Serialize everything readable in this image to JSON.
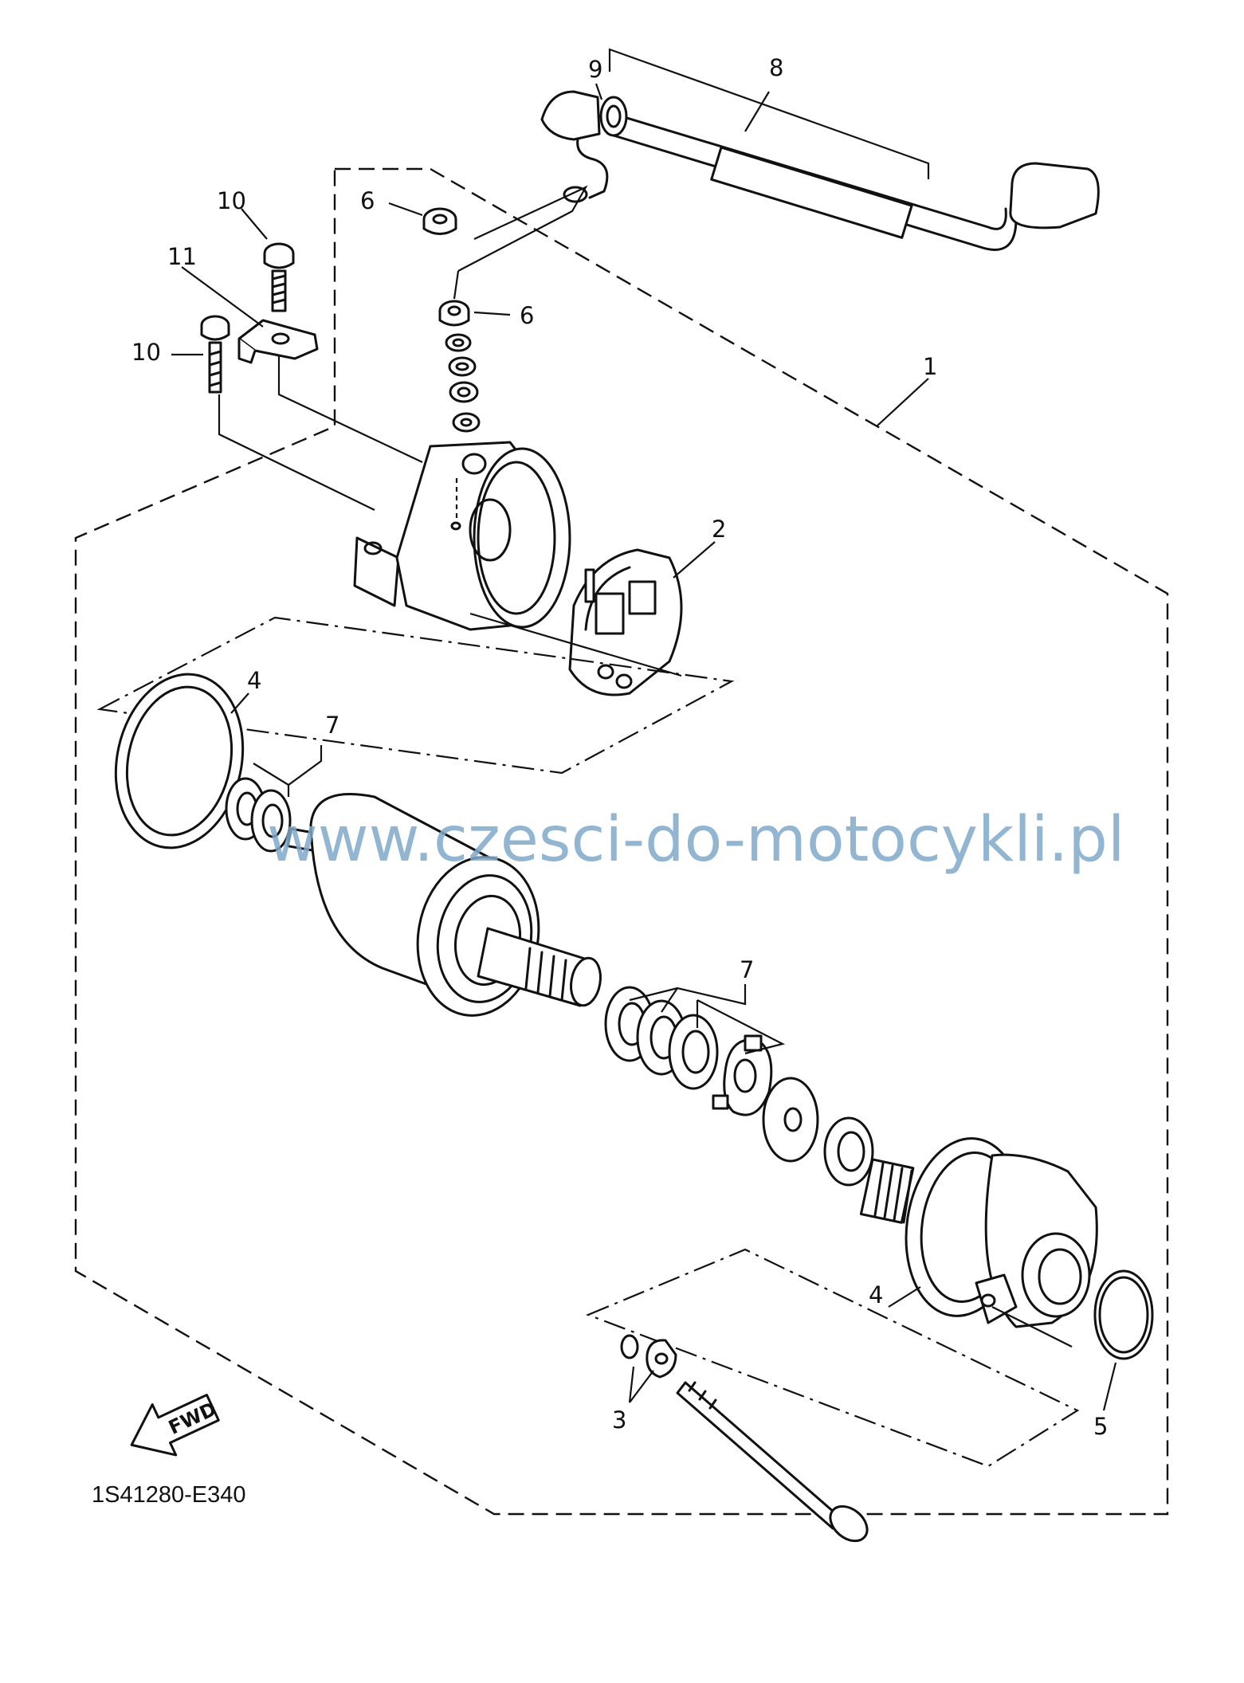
{
  "diagram": {
    "drawing_code": "1S41280-E340",
    "watermark": "www.czesci-do-motocykli.pl",
    "fwd_label": "FWD",
    "callouts": [
      {
        "id": "callout-1",
        "text": "1"
      },
      {
        "id": "callout-2",
        "text": "2"
      },
      {
        "id": "callout-3",
        "text": "3"
      },
      {
        "id": "callout-4a",
        "text": "4"
      },
      {
        "id": "callout-4b",
        "text": "4"
      },
      {
        "id": "callout-5",
        "text": "5"
      },
      {
        "id": "callout-6a",
        "text": "6"
      },
      {
        "id": "callout-6b",
        "text": "6"
      },
      {
        "id": "callout-7a",
        "text": "7"
      },
      {
        "id": "callout-7b",
        "text": "7"
      },
      {
        "id": "callout-8",
        "text": "8"
      },
      {
        "id": "callout-9",
        "text": "9"
      },
      {
        "id": "callout-10a",
        "text": "10"
      },
      {
        "id": "callout-10b",
        "text": "10"
      },
      {
        "id": "callout-11",
        "text": "11"
      }
    ]
  }
}
